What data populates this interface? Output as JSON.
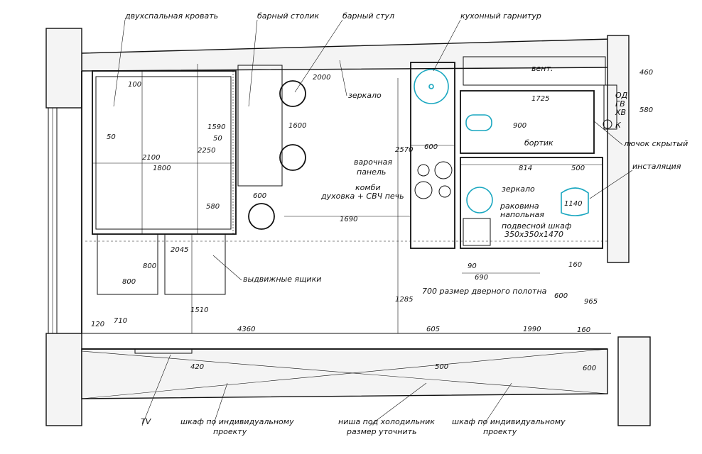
{
  "labels": {
    "bed": "двухспальная кровать",
    "bar_table": "барный столик",
    "bar_stool": "барный стул",
    "kitchen_set": "кухонный гарнитур",
    "mirror_top": "зеркало",
    "vent": "вент.",
    "hob_1": "варочная",
    "hob_2": "панель",
    "combi_1": "комби",
    "combi_2": "духовка + СВЧ печь",
    "rim": "бортик",
    "hatch": "лючок скрытый",
    "installation": "инсталяция",
    "mirror_bath": "зеркало",
    "sink_1": "раковина",
    "sink_2": "напольная",
    "cabinet_1": "подвесной шкаф",
    "cabinet_2": "350x350x1470",
    "drawers": "выдвижные ящики",
    "door_width": "700 размер дверного полотна",
    "tv": "TV",
    "wardrobe_left_1": "шкаф по индивидуальному",
    "wardrobe_left_2": "проекту",
    "fridge_1": "ниша под холодильник",
    "fridge_2": "размер уточнить",
    "wardrobe_right_1": "шкаф по индивидуальному",
    "wardrobe_right_2": "проекту",
    "meter_od": "ОД",
    "meter_gv": "ГВ",
    "meter_hv": "ХВ",
    "meter_k": "К"
  },
  "dimensions": {
    "d2000": "2000",
    "d100": "100",
    "d1590": "1590",
    "d50a": "50",
    "d50b": "50",
    "d2100": "2100",
    "d2250": "2250",
    "d1800": "1800",
    "d1600": "1600",
    "d2570": "2570",
    "d600a": "600",
    "d580a": "580",
    "d600b": "600",
    "d1690": "1690",
    "d2045": "2045",
    "d800a": "800",
    "d800b": "800",
    "d710": "710",
    "d1510": "1510",
    "d120": "120",
    "d4360": "4360",
    "d605": "605",
    "d1990": "1990",
    "d1285": "1285",
    "d420": "420",
    "d500a": "500",
    "d600c": "600",
    "d160a": "160",
    "d460": "460",
    "d580b": "580",
    "d1725": "1725",
    "d900": "900",
    "d814": "814",
    "d500b": "500",
    "d1140": "1140",
    "d90": "90",
    "d690": "690",
    "d160b": "160",
    "d600d": "600",
    "d965": "965"
  }
}
